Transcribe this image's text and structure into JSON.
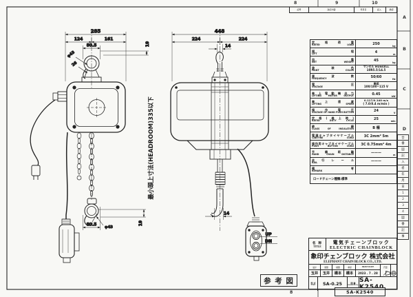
{
  "drawing_sheet": {
    "zone_numbers_top": [
      "8",
      "9",
      "10"
    ],
    "zone_letters_right": [
      "A",
      "B",
      "C",
      "D"
    ],
    "zone_number_bottom": "8",
    "revision_header": {
      "symbol": "記号",
      "content": "改訂内容",
      "date": "年月日",
      "writer": "記入",
      "approve": "承認"
    },
    "right_strip_chars": [
      "合",
      "番",
      "図",
      "記",
      "入",
      "者",
      "年",
      "月",
      "日",
      "1",
      "2",
      "3",
      "4",
      "図",
      "番",
      "記",
      "事"
    ]
  },
  "front_view": {
    "dims": {
      "overall_width": "285",
      "left_span": "124",
      "right_span": "161",
      "top_hook_width": "80.5",
      "top_hook_dia": "φ43",
      "top_hook_note": "26",
      "top_offset": "19",
      "bottom_hook_width": "80.5",
      "bottom_hook_dia": "φ43",
      "bottom_offset": "19"
    },
    "headroom_note": "最小頭上寸法(HEADROOM)335以下"
  },
  "side_view": {
    "dims": {
      "overall_width": "448",
      "left_span": "224",
      "right_span": "224",
      "top_hook_thickness": "14",
      "bottom_hook_thickness": "14"
    },
    "pendant_labels": {
      "up": "UP",
      "down": "DN"
    }
  },
  "spec_table": {
    "rows": [
      {
        "jp": "定格荷重",
        "en": "RATED LOAD",
        "value": "250",
        "unit": "kg"
      },
      {
        "jp": "揚程",
        "en": "LIFT",
        "value": "4",
        "unit": "m"
      },
      {
        "jp": "自重",
        "en": "NET WEIGHT",
        "value": "45",
        "unit": "kg"
      },
      {
        "jp": "塗装色",
        "en": "PAINT COLOR",
        "value": "マンセル MUNSELL",
        "value2": "10R5.5/14.5"
      },
      {
        "jp": "周波数",
        "en": "FREQUENCY",
        "value": "50/60",
        "unit": "Hz"
      },
      {
        "jp": "電圧",
        "en": "VOLTAGE",
        "value": "単相",
        "value2": "100/100~115 V"
      },
      {
        "jp": "巻上電動機出力",
        "en": "LIFTING MOTOR OUTPUT",
        "value": "0.45",
        "unit": "kW"
      },
      {
        "jp": "巻上速度",
        "en": "LIFTING SPEED",
        "value": "0.117/0.140 m/s",
        "value2": "( 7.0/8.4 m/min )"
      },
      {
        "jp": "操作電圧",
        "en": "VOLTAGE OF HAND PUSH BUTTON",
        "value": "24",
        "unit": "V"
      },
      {
        "jp": "定格(巻上時)",
        "en": "RATED DUTY CYCLE",
        "value": "25",
        "unit": "min"
      },
      {
        "jp": "絶縁",
        "en": "CLASS OF INSULATION",
        "value": "B 種"
      },
      {
        "jp": "電源キャブタイヤケーブル",
        "en": "CABTYRE CORD",
        "value": "3C 2mm² 5m"
      },
      {
        "jp": "操作用キャブタイヤケーブル",
        "en": "PUSH BUTTON CORD",
        "value": "3C 0.75mm² 4m"
      },
      {
        "jp": "手鎖距離",
        "en": "HAND CHAIN DISTANCE",
        "value": "———",
        "unit": "m"
      },
      {
        "jp": "走行レール",
        "en": "RAIL",
        "value": "———"
      },
      {
        "jp": "備考",
        "en": "REMARK",
        "value": ""
      }
    ],
    "remark_note": "ロードチェーン種類:標準"
  },
  "title_block": {
    "name_label_jp": "名 称",
    "name_label_en": "TITLE",
    "product_jp": "電気チェーンブロック",
    "product_en": "ELECTRIC CHAINBLOCK",
    "company_jp": "象印チェンブロック 株式会社",
    "company_en": "ELEPHANT CHAIN BLOCK CO., LTD.",
    "approver_headers": [
      "設計",
      "製図",
      "検図",
      "承認"
    ],
    "approvers": [
      "玉井",
      "玉井",
      "橋本",
      "橋本"
    ],
    "scale_label": "尺度",
    "scale_value": "／",
    "date_label": "DRAWN DATE",
    "date_value": "2023 . 7 . 28",
    "type_label_jp": "型 式",
    "type_label_en": "TYPE",
    "type_value": "SA-0.25",
    "dwg_label_jp": "図 番",
    "dwg_label_en": "DRAWING No.",
    "dwg_value": "SA-K2540",
    "sub_number": "SA-K2540"
  },
  "stamp": {
    "text": "参 考 図"
  }
}
